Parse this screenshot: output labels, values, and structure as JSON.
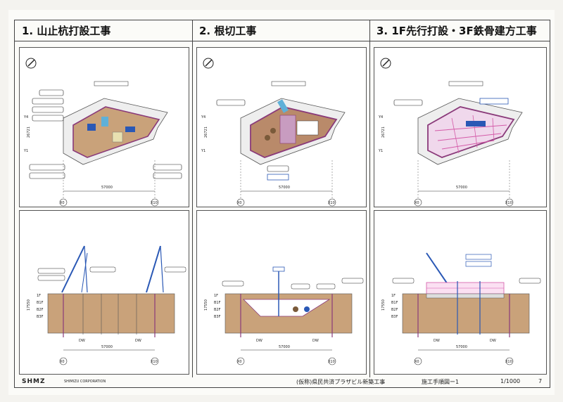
{
  "headers": [
    {
      "title": "1. 山止杭打設工事"
    },
    {
      "title": "2. 根切工事"
    },
    {
      "title": "3. 1F先行打設・3F鉄骨建方工事"
    }
  ],
  "plan": {
    "span_label": "57000",
    "height_label": "26721",
    "axis_left": "X0",
    "axis_right": "X10",
    "y_top": "Y4",
    "y_bottom": "Y1"
  },
  "section": {
    "span_label": "57000",
    "depth_label": "17550",
    "floors": [
      "1F",
      "B1F",
      "B2F",
      "B3F"
    ],
    "axis_left": "X0",
    "axis_right": "X10",
    "dw_label": "DW"
  },
  "footer": {
    "logo": "SHMZ",
    "company": "SHIMIZU CORPORATION",
    "project": "(仮称)県民共済プラザビル新築工事",
    "drawing": "施工手順図ー1",
    "scale": "1/1000",
    "page": "7"
  },
  "colors": {
    "excavation": "#c9a27a",
    "pile_line": "#8a3a7a",
    "crane": "#2a58b5",
    "label_box": "#222222",
    "steel": "#d45aa8"
  }
}
